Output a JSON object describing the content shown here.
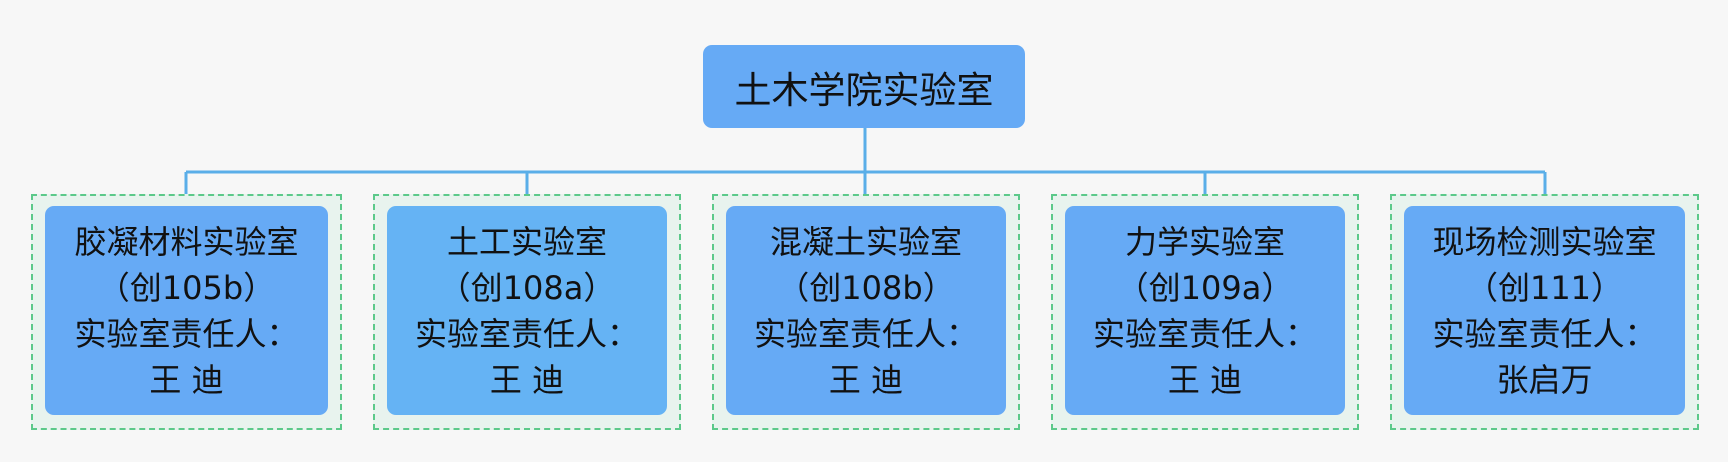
{
  "colors": {
    "node_fill": "#66aaf5",
    "node_fill_alt": "#65b3f4",
    "connector": "#5aaee8",
    "group_border": "#5cc98a",
    "group_fill": "#e8f3ee",
    "text": "#111111",
    "background": "#f7f7f7"
  },
  "root": {
    "title": "土木学院实验室"
  },
  "labs": [
    {
      "name": "胶凝材料实验室",
      "room": "（创105b）",
      "role_label": "实验室责任人：",
      "person": "王 迪"
    },
    {
      "name": "土工实验室",
      "room": "（创108a）",
      "role_label": "实验室责任人：",
      "person": "王 迪"
    },
    {
      "name": "混凝土实验室",
      "room": "（创108b）",
      "role_label": "实验室责任人：",
      "person": "王 迪"
    },
    {
      "name": "力学实验室",
      "room": "（创109a）",
      "role_label": "实验室责任人：",
      "person": "王 迪"
    },
    {
      "name": "现场检测实验室",
      "room": "（创111）",
      "role_label": "实验室责任人：",
      "person": "张启万"
    }
  ]
}
